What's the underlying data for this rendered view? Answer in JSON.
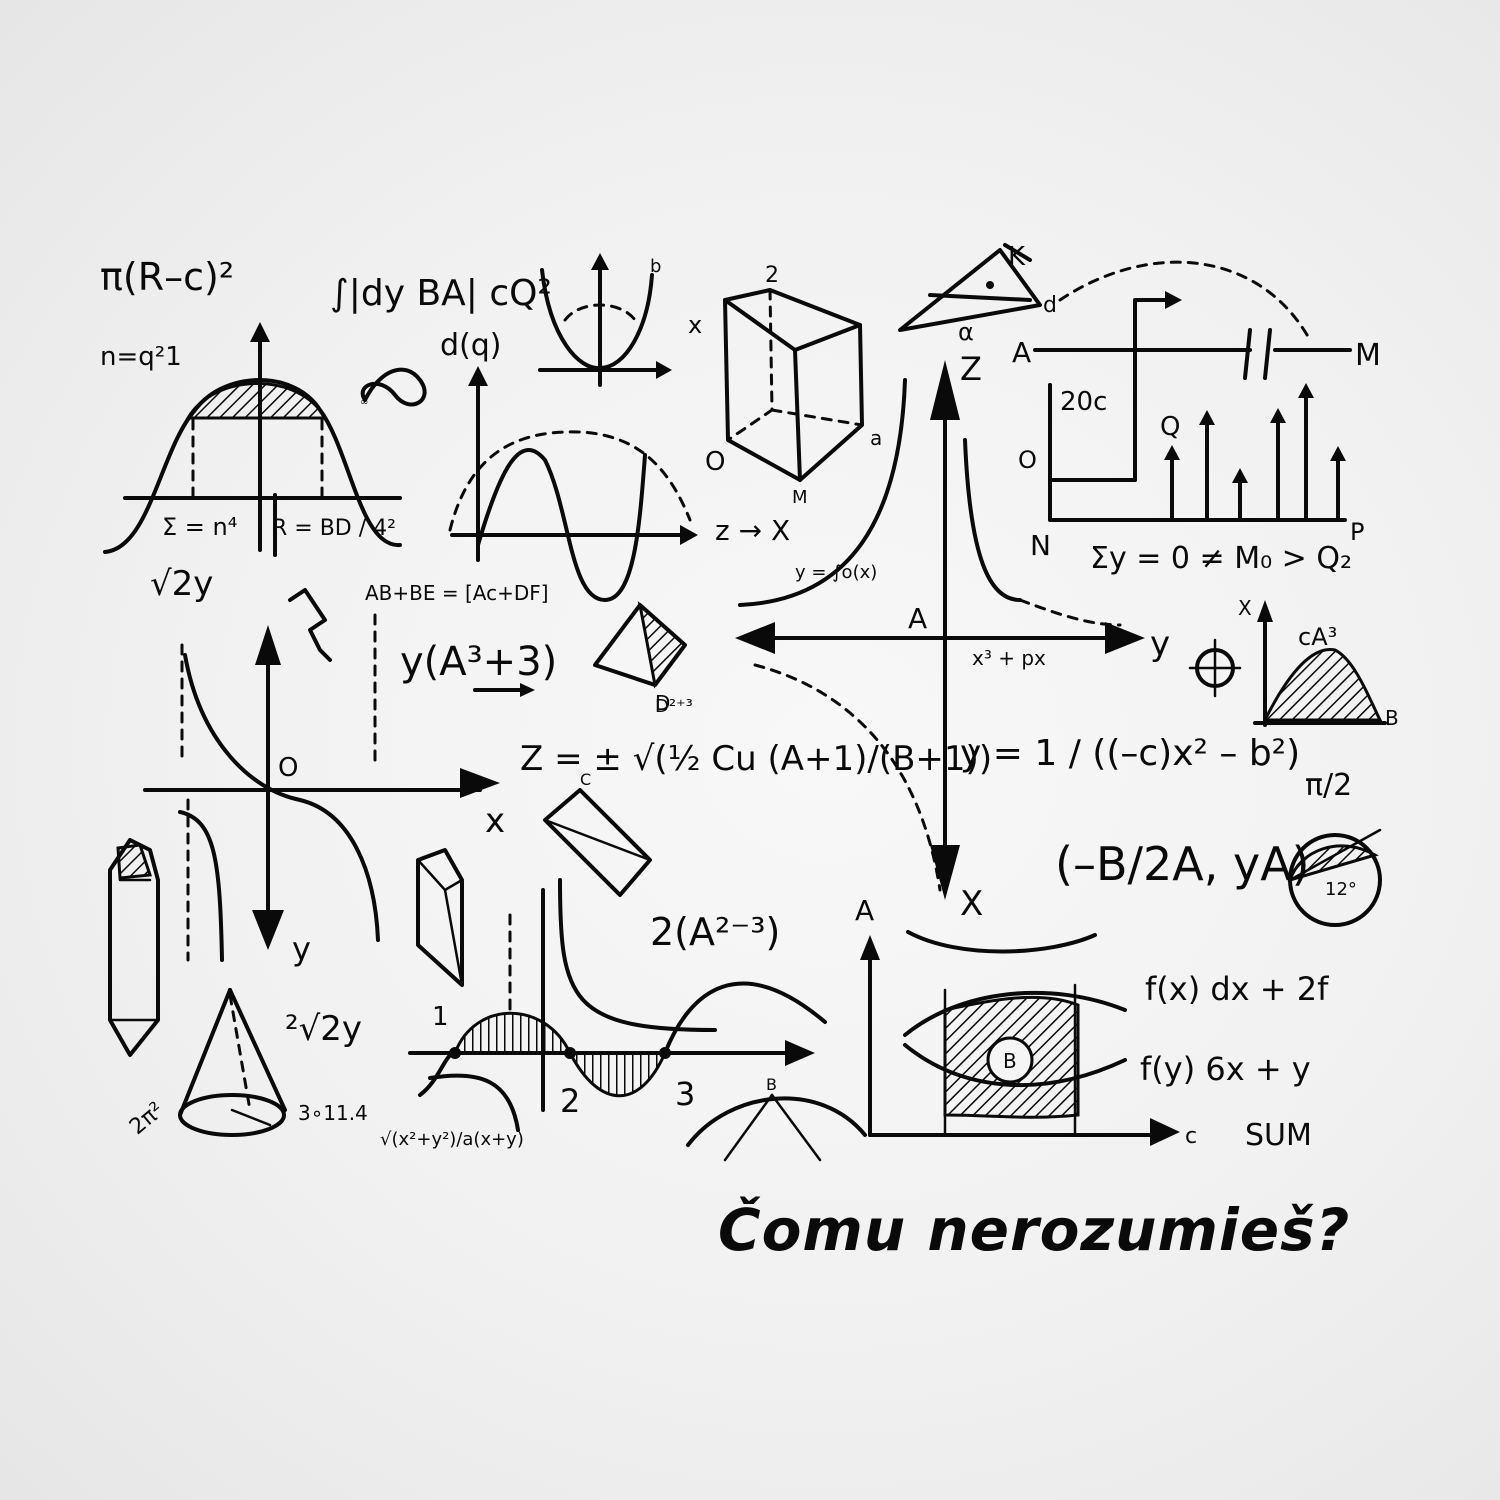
{
  "caption": "Čomu nerozumieš?",
  "formulas": {
    "f1": "π(R–c)²",
    "f2": "∫|dy BA| cQ²",
    "f3": "n=q²1",
    "f4": "d(q)",
    "f5": "Σ = n⁴",
    "f6": "R = BD / 4²",
    "f7": "√2y",
    "f8": "AB+BE = [Ac+DF]",
    "f9": "y(A³+3)",
    "f10": "Z = ± √(½ Cu (A+1)/(B+1))",
    "f11": "2(A²⁻³)",
    "f12": "z → X",
    "f13": "y = ∫o(x)",
    "f14": "x³ + px",
    "f15": "y = 1 / ((–c)x² – b²)",
    "f16": "(–B/2A, yA)",
    "f17": "f(x) dx + 2f",
    "f18": "f(y) 6x + y",
    "f19": "SUM",
    "f20": "Σy = 0 ≠ M₀ > Q₂",
    "f21": "20c",
    "f22": "cA³",
    "f23": "π/2",
    "f24": "3∘11.4",
    "f25": "2π²",
    "f26": "√(x²+y²)/a(x+y)",
    "f27": "²√2y",
    "f28": "12°",
    "f29": "D²⁺³"
  },
  "labels": [
    "A",
    "B",
    "C",
    "D",
    "M",
    "N",
    "P",
    "Q",
    "Z",
    "X",
    "y",
    "x",
    "a",
    "b",
    "c",
    "d",
    "O",
    "1",
    "2",
    "3",
    "K",
    "Ø",
    "α",
    "∞"
  ]
}
